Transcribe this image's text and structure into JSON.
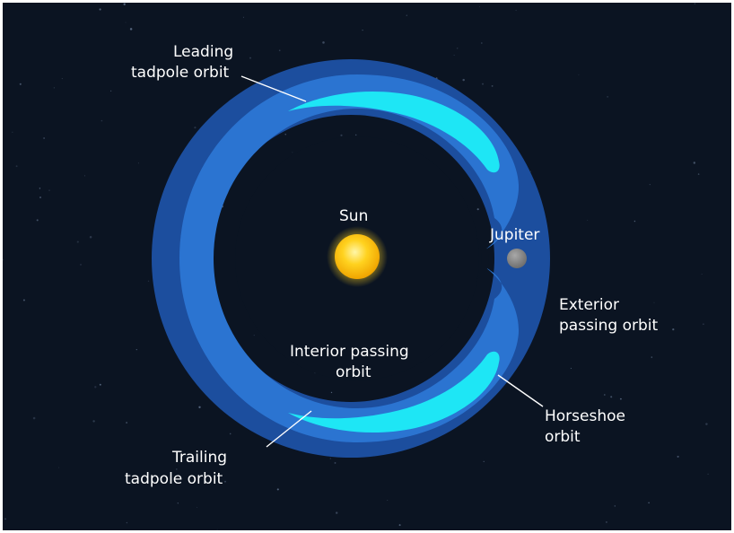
{
  "labels": {
    "leading_line1": "Leading",
    "leading_line2": "tadpole orbit",
    "sun": "Sun",
    "jupiter": "Jupiter",
    "exterior_line1": "Exterior",
    "exterior_line2": "passing orbit",
    "interior_line1": "Interior passing",
    "interior_line2": "orbit",
    "horseshoe_line1": "Horseshoe",
    "horseshoe_line2": "orbit",
    "trailing_line1": "Trailing",
    "trailing_line2": "tadpole orbit"
  },
  "colors": {
    "background": "#0b1422",
    "exterior_band": "#1c4e9e",
    "horseshoe_band": "#2b74d1",
    "tadpole": "#1ee6f5",
    "sun": "#ffc21a",
    "jupiter": "#8a8a8a"
  }
}
